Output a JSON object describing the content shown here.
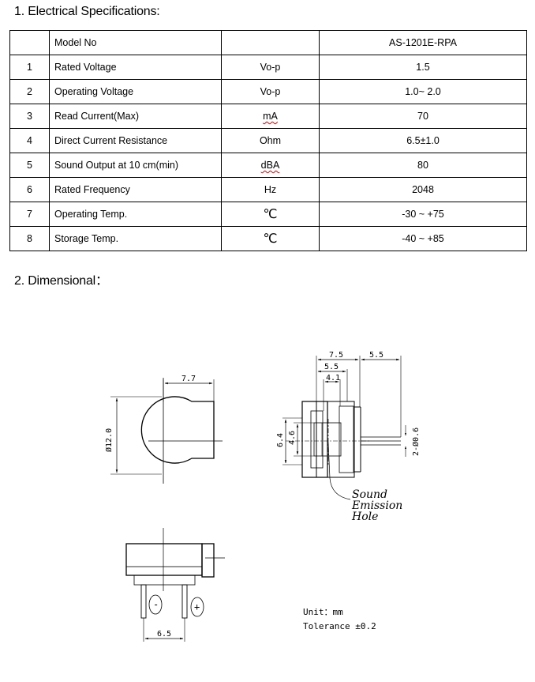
{
  "section1_title": "1. Electrical Specifications:",
  "section2_title": "2. Dimensional：",
  "table": {
    "header": {
      "no": "",
      "name": "Model No",
      "unit": "",
      "value": "AS-1201E-RPA"
    },
    "rows": [
      {
        "no": "1",
        "name": "Rated Voltage",
        "unit": "Vo-p",
        "value": "1.5"
      },
      {
        "no": "2",
        "name": "Operating Voltage",
        "unit": "Vo-p",
        "value": "1.0~ 2.0"
      },
      {
        "no": "3",
        "name": "Read Current(Max)",
        "unit": "mA",
        "value": "70"
      },
      {
        "no": "4",
        "name": "Direct Current Resistance",
        "unit": "Ohm",
        "value": "6.5±1.0"
      },
      {
        "no": "5",
        "name": "Sound Output at 10 cm(min)",
        "unit": "dBA",
        "value": "80"
      },
      {
        "no": "6",
        "name": "Rated Frequency",
        "unit": "Hz",
        "value": "2048"
      },
      {
        "no": "7",
        "name": "Operating Temp.",
        "unit": "℃",
        "value": "-30 ~ +75"
      },
      {
        "no": "8",
        "name": "Storage Temp.",
        "unit": "℃",
        "value": "-40 ~ +85"
      }
    ]
  },
  "drawing": {
    "front": {
      "width": "7.7",
      "diameter": "Ø12.0"
    },
    "side": {
      "top_a": "7.5",
      "top_b": "5.5",
      "top_c": "5.5",
      "top_d": "4.1",
      "left_a": "6.4",
      "left_b": "4.6",
      "pin_dia": "2-Ø0.6",
      "callout_1": "Sound",
      "callout_2": "Emission",
      "callout_3": "Hole"
    },
    "bottom": {
      "pin_spacing": "6.5",
      "minus": "-",
      "plus": "+"
    },
    "notes": {
      "unit": "Unit：mm",
      "tolerance": "Tolerance ±0.2"
    }
  }
}
